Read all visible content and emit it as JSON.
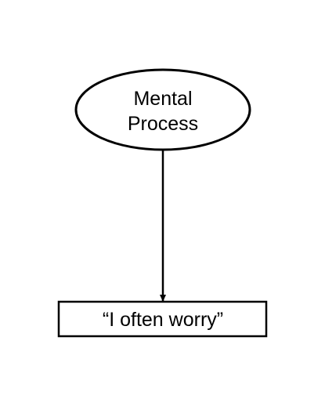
{
  "diagram": {
    "top_node": {
      "shape": "ellipse",
      "lines": [
        "Mental",
        "Process"
      ]
    },
    "bottom_node": {
      "shape": "rectangle",
      "label": "“I often worry”"
    },
    "edge": {
      "from": "top_node",
      "to": "bottom_node",
      "arrow": "end"
    },
    "colors": {
      "stroke": "#000000",
      "fill": "#ffffff",
      "text": "#000000",
      "background": "#ffffff"
    }
  }
}
